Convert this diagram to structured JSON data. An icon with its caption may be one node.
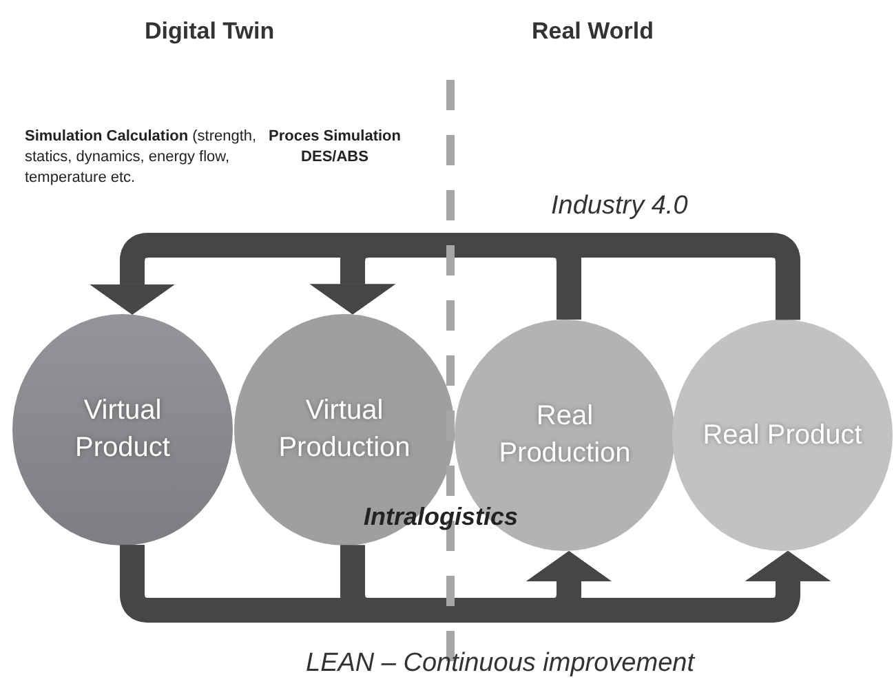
{
  "diagram": {
    "nodes": [
      {
        "text": [
          "Virtual Product"
        ]
      },
      {
        "text": [
          "Virtual Production"
        ]
      },
      {
        "text": [
          "Real Production"
        ]
      },
      {
        "text": [
          "Real Product"
        ]
      }
    ],
    "edges": [
      {
        "from": 2,
        "to": 0,
        "arrow": "to"
      },
      {
        "from": 2,
        "to": 1,
        "arrow": "to"
      },
      {
        "from": 3,
        "to": 0,
        "arrow": "to"
      },
      {
        "from": 3,
        "to": 1,
        "arrow": "to"
      },
      {
        "from": 0,
        "to": 2,
        "arrow": "to"
      },
      {
        "from": 0,
        "to": 3,
        "arrow": "to"
      },
      {
        "from": 1,
        "to": 2,
        "arrow": "to"
      },
      {
        "from": 1,
        "to": 3,
        "arrow": "to"
      }
    ],
    "labels": [
      "Digital Twin",
      "Real World",
      "**Simulation Calculation** (strength, statics, dynamics, energy flow, temperature etc.",
      "Proces Simulation DES/ABS",
      "Industry 4.0",
      "Intralogistics",
      "LEAN – Continuous improvement"
    ]
  }
}
